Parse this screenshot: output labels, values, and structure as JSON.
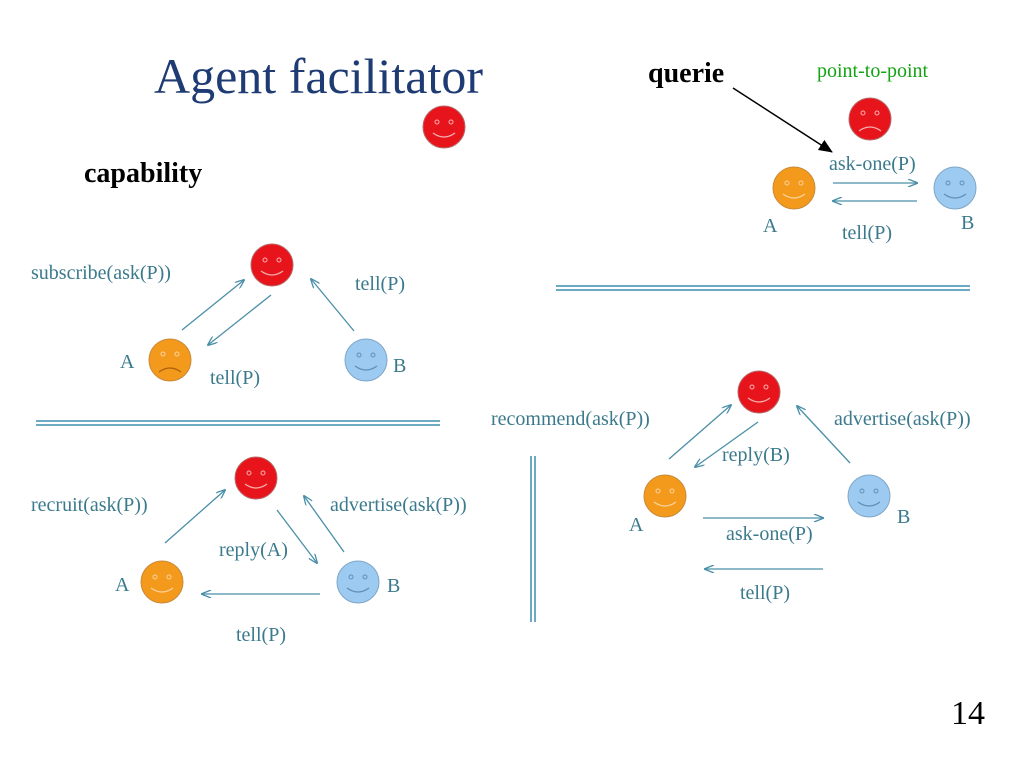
{
  "title": "Agent facilitator",
  "page_number": "14",
  "colors": {
    "facilitator": "#e8141b",
    "agent_a": "#f39a1c",
    "agent_b": "#9ccaf1",
    "arrow": "#4a8fa8",
    "title": "#1f3b73",
    "green": "#13a313"
  },
  "panels": {
    "point_to_point": {
      "heading": "querie",
      "subheading": "point-to-point",
      "msg_ask": "ask-one(P)",
      "msg_tell": "tell(P)",
      "label_a": "A",
      "label_b": "B"
    },
    "capability": {
      "heading": "capability"
    },
    "subscribe": {
      "msg_subscribe": "subscribe(ask(P))",
      "msg_tell_b": "tell(P)",
      "msg_tell_a": "tell(P)",
      "label_a": "A",
      "label_b": "B"
    },
    "recruit": {
      "msg_recruit": "recruit(ask(P))",
      "msg_advertise": "advertise(ask(P))",
      "msg_reply": "reply(A)",
      "msg_tell": "tell(P)",
      "label_a": "A",
      "label_b": "B"
    },
    "recommend": {
      "msg_recommend": "recommend(ask(P))",
      "msg_advertise": "advertise(ask(P))",
      "msg_reply": "reply(B)",
      "msg_ask": "ask-one(P)",
      "msg_tell": "tell(P)",
      "label_a": "A",
      "label_b": "B"
    }
  }
}
